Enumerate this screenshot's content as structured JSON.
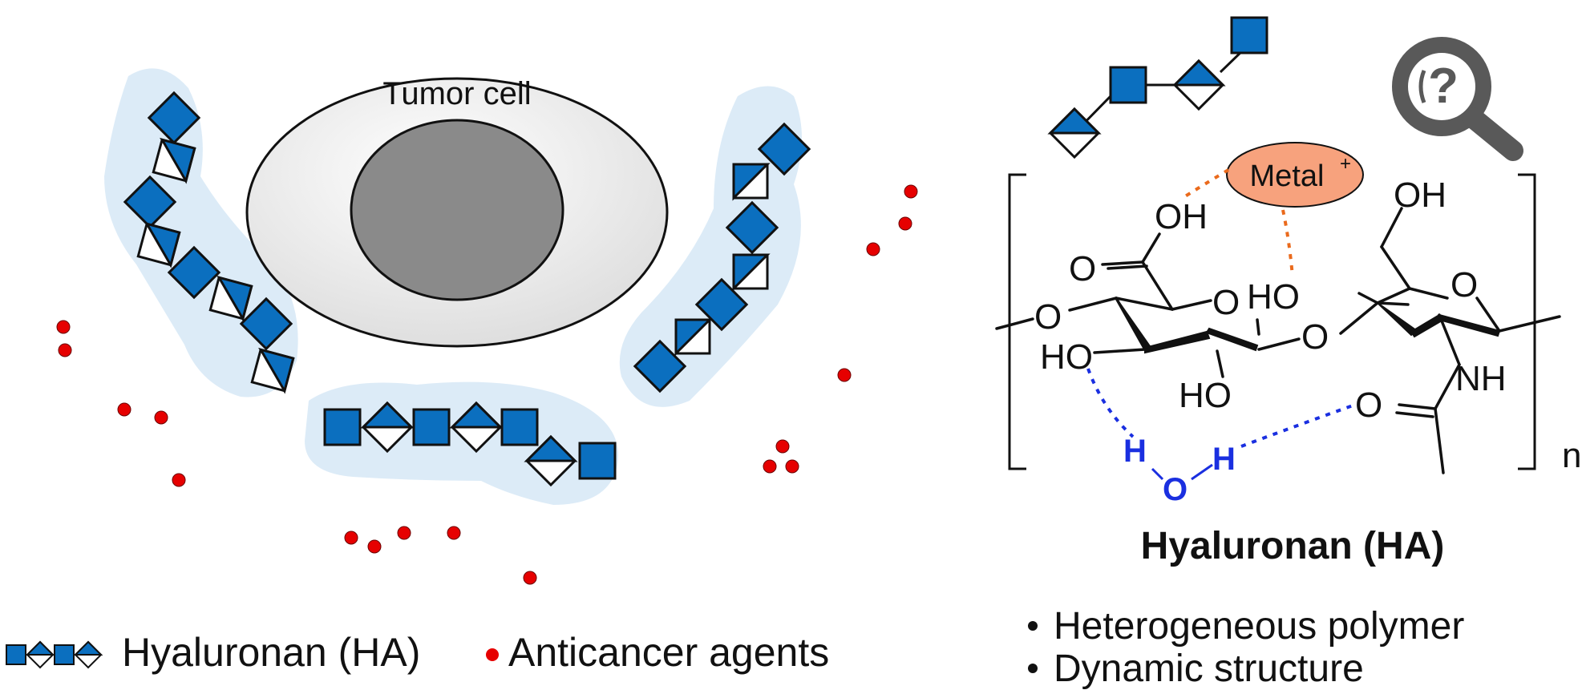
{
  "tumor_label": "Tumor cell",
  "metal_label": "Metal",
  "metal_charge": "+",
  "atoms": {
    "oh_top_left": "OH",
    "oh_top_right": "OH",
    "o_carbonyl": "O",
    "o_ring_left": "O",
    "ho_ring": "HO",
    "o_ring_right": "O",
    "o_chain_left": "O",
    "ho_left": "HO",
    "o_glycosidic": "O",
    "nh": "NH",
    "ho_bottom": "HO",
    "o_amide": "O",
    "water_h1": "H",
    "water_o": "O",
    "water_h2": "H",
    "repeat_n": "n"
  },
  "structure_title": "Hyaluronan (HA)",
  "bullets": [
    "Heterogeneous polymer",
    "Dynamic structure"
  ],
  "legend": {
    "ha_label": "Hyaluronan (HA)",
    "agent_label": "Anticancer agents"
  },
  "colors": {
    "sugar_blue": "#0b6fbf",
    "halo": "#dcebf7",
    "agent_red": "#e60000",
    "metal_fill": "#f7a27d",
    "h_bond_blue": "#1a2fe0",
    "metal_bond_orange": "#ea6a1c",
    "nucleus": "#8a8a8a",
    "magnifier": "#595959"
  },
  "icons": [
    "magnifier-question-icon"
  ]
}
